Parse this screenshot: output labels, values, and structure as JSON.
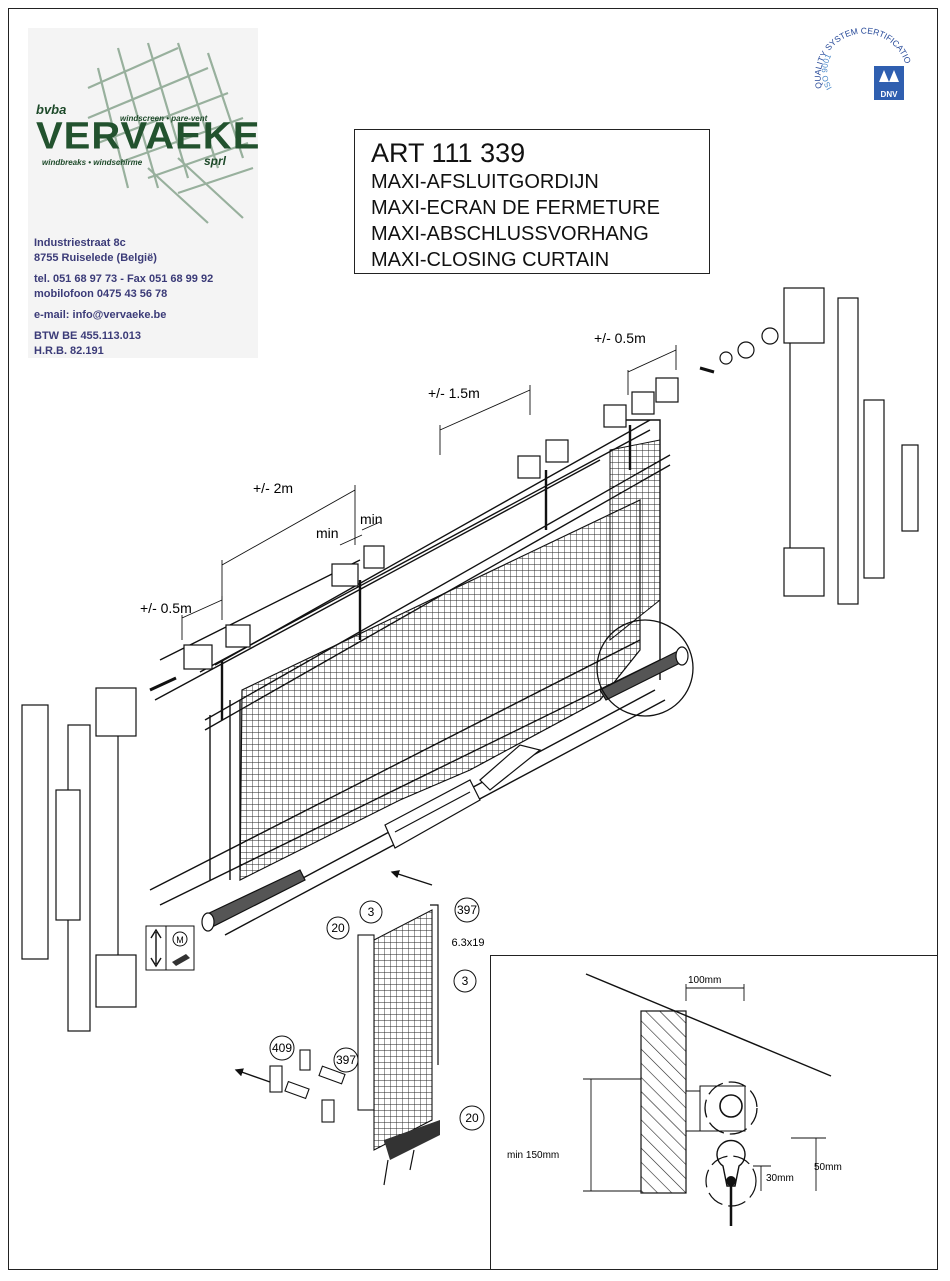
{
  "company": {
    "legal_prefix": "bvba",
    "name": "VERVAEKE",
    "tagline_top": "windscreen • pare-vent",
    "tagline_bottom": "windbreaks • windschirme",
    "legal_suffix": "sprl",
    "address_line1": "Industriestraat 8c",
    "address_line2": "8755 Ruiselede (België)",
    "phone": "tel. 051 68 97 73 - Fax 051 68 99 92",
    "mobile": "mobilofoon 0475 43 56 78",
    "email": "e-mail: info@vervaeke.be",
    "vat": "BTW BE 455.113.013",
    "register": "H.R.B. 82.191"
  },
  "certification": {
    "ring_text": "QUALITY SYSTEM CERTIFICATION",
    "standard": "ISO 9001",
    "body": "DNV"
  },
  "article": {
    "number": "ART 111 339",
    "name_nl": "MAXI-AFSLUITGORDIJN",
    "name_fr": "MAXI-ECRAN DE FERMETURE",
    "name_de": "MAXI-ABSCHLUSSVORHANG",
    "name_en": "MAXI-CLOSING CURTAIN"
  },
  "dimensions": {
    "end_spacing_left": "+/- 0.5m",
    "span_2m": "+/- 2m",
    "min_left": "min",
    "min_right": "min",
    "span_1_5m": "+/- 1.5m",
    "end_spacing_right": "+/- 0.5m"
  },
  "parts": {
    "p3_top": "3",
    "p20_top": "20",
    "p397_top": "397",
    "screw": "6.3x19",
    "p3_right": "3",
    "p409": "409",
    "p397_bottom": "397",
    "p20_bottom": "20",
    "motor_symbol": "M"
  },
  "detail": {
    "width_label": "100mm",
    "height_label": "min 150mm",
    "offset_50": "50mm",
    "offset_30": "30mm"
  }
}
